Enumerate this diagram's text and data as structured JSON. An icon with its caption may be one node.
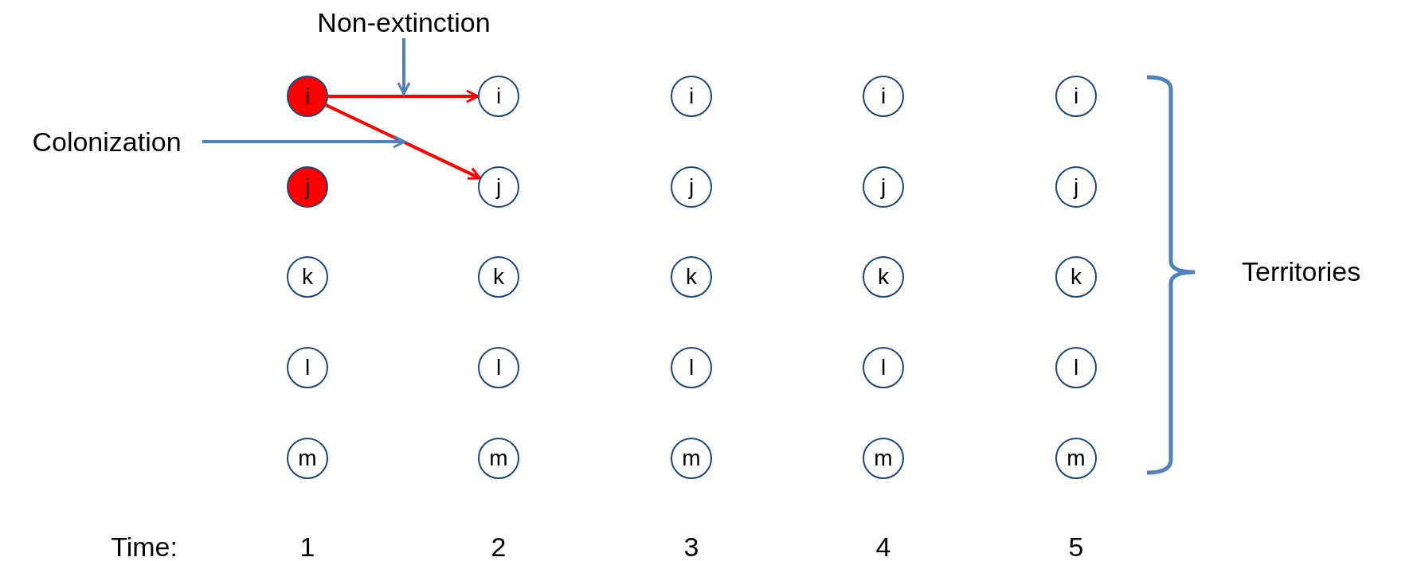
{
  "diagram": {
    "nodes": [
      {
        "text": [
          "Non-extinction"
        ]
      },
      {
        "text": [
          "i"
        ]
      },
      {
        "text": [
          "i"
        ]
      },
      {
        "text": [
          "i"
        ]
      },
      {
        "text": [
          "i"
        ]
      },
      {
        "text": [
          "i"
        ]
      },
      {
        "text": [
          "Colonization"
        ]
      },
      {
        "text": [
          "j"
        ]
      },
      {
        "text": [
          "j"
        ]
      },
      {
        "text": [
          "j"
        ]
      },
      {
        "text": [
          "j"
        ]
      },
      {
        "text": [
          "j"
        ]
      },
      {
        "text": [
          "k"
        ]
      },
      {
        "text": [
          "k"
        ]
      },
      {
        "text": [
          "k"
        ]
      },
      {
        "text": [
          "k"
        ]
      },
      {
        "text": [
          "k"
        ]
      },
      {
        "text": [
          "l"
        ]
      },
      {
        "text": [
          "l"
        ]
      },
      {
        "text": [
          "l"
        ]
      },
      {
        "text": [
          "l"
        ]
      },
      {
        "text": [
          "l"
        ]
      },
      {
        "text": [
          "m"
        ]
      },
      {
        "text": [
          "m"
        ]
      },
      {
        "text": [
          "m"
        ]
      },
      {
        "text": [
          "m"
        ]
      },
      {
        "text": [
          "m"
        ]
      }
    ],
    "edges": [
      {
        "from": 1,
        "to": 2,
        "arrow": "to",
        "color": "#ff0000"
      },
      {
        "from": 1,
        "to": 8,
        "arrow": "to",
        "color": "#ff0000"
      },
      {
        "from": 0,
        "to": null,
        "arrow": "to",
        "color": "#4f81bd"
      },
      {
        "from": 6,
        "to": null,
        "arrow": "to",
        "color": "#4f81bd"
      }
    ],
    "labels": [
      "Territories",
      "Time:",
      "1",
      "2",
      "3",
      "4",
      "5"
    ]
  }
}
